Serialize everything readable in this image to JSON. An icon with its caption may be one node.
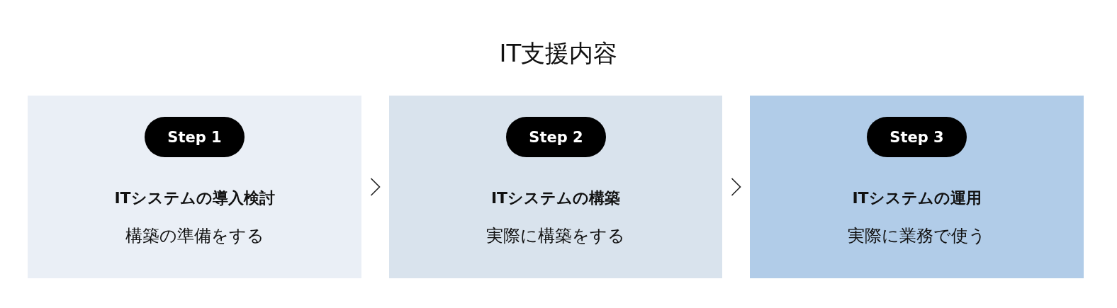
{
  "diagram": {
    "title": "IT支援内容",
    "nodes": [
      {
        "text": [
          "ITシステムの導入検討",
          "構築の準備をする"
        ]
      },
      {
        "text": [
          "Step 1"
        ],
        "in": 0
      },
      {
        "text": [
          "ITシステムの構築",
          "実際に構築をする"
        ]
      },
      {
        "text": [
          "Step 2"
        ],
        "in": 2
      },
      {
        "text": [
          "ITシステムの運用",
          "実際に業務で使う"
        ]
      },
      {
        "text": [
          "Step 3"
        ],
        "in": 4
      }
    ],
    "edges": [
      {
        "from": 0,
        "to": 2,
        "arrow": "to"
      },
      {
        "from": 2,
        "to": 4,
        "arrow": "to"
      }
    ]
  }
}
